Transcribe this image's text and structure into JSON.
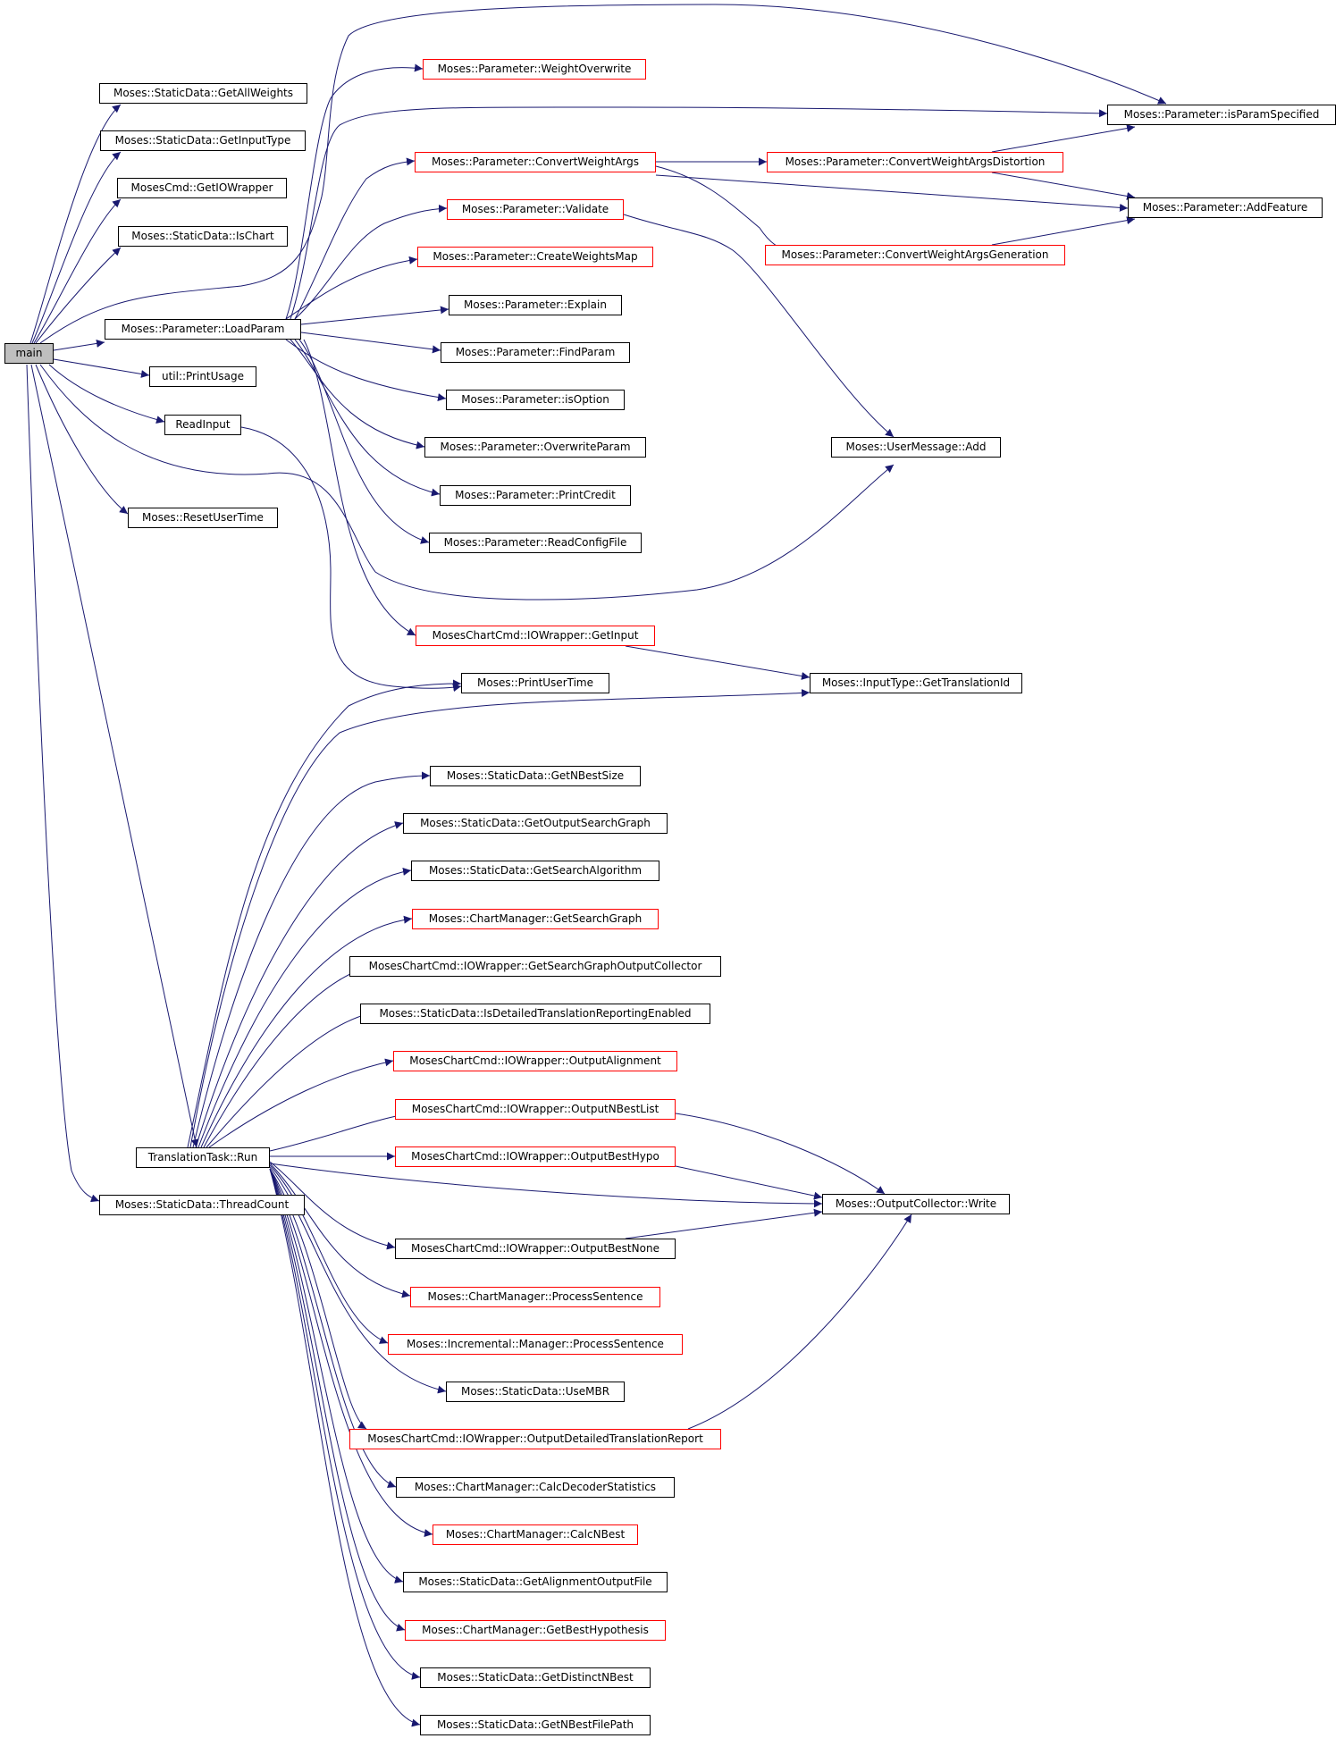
{
  "colors": {
    "edge": "#191970",
    "node_border": "#000000",
    "truncated_node_border": "#ff0000",
    "root_fill": "#bfbfbf"
  },
  "nodes": {
    "main": "main",
    "getAllWeights": "Moses::StaticData::GetAllWeights",
    "getInputType": "Moses::StaticData::GetInputType",
    "getIOWrapper": "MosesCmd::GetIOWrapper",
    "isChart": "Moses::StaticData::IsChart",
    "loadParam": "Moses::Parameter::LoadParam",
    "printUsage": "util::PrintUsage",
    "readInput": "ReadInput",
    "resetUserTime": "Moses::ResetUserTime",
    "translationRun": "TranslationTask::Run",
    "threadCount": "Moses::StaticData::ThreadCount",
    "weightOverwrite": "Moses::Parameter::WeightOverwrite",
    "convertWeightArgs": "Moses::Parameter::ConvertWeightArgs",
    "validate": "Moses::Parameter::Validate",
    "createWeightsMap": "Moses::Parameter::CreateWeightsMap",
    "explain": "Moses::Parameter::Explain",
    "findParam": "Moses::Parameter::FindParam",
    "isOption": "Moses::Parameter::isOption",
    "overwriteParam": "Moses::Parameter::OverwriteParam",
    "printCredit": "Moses::Parameter::PrintCredit",
    "readConfigFile": "Moses::Parameter::ReadConfigFile",
    "getInput": "MosesChartCmd::IOWrapper::GetInput",
    "printUserTime": "Moses::PrintUserTime",
    "getNBestSize": "Moses::StaticData::GetNBestSize",
    "getOutputSearchGraph": "Moses::StaticData::GetOutputSearchGraph",
    "getSearchAlgorithm": "Moses::StaticData::GetSearchAlgorithm",
    "getSearchGraph": "Moses::ChartManager::GetSearchGraph",
    "getSearchGraphOutputCollector": "MosesChartCmd::IOWrapper::GetSearchGraphOutputCollector",
    "isDetailedTranslationReportingEnabled": "Moses::StaticData::IsDetailedTranslationReportingEnabled",
    "outputAlignment": "MosesChartCmd::IOWrapper::OutputAlignment",
    "outputNBestList": "MosesChartCmd::IOWrapper::OutputNBestList",
    "outputBestHypo": "MosesChartCmd::IOWrapper::OutputBestHypo",
    "outputBestNone": "MosesChartCmd::IOWrapper::OutputBestNone",
    "processSentence": "Moses::ChartManager::ProcessSentence",
    "incProcessSentence": "Moses::Incremental::Manager::ProcessSentence",
    "useMBR": "Moses::StaticData::UseMBR",
    "outputDetailedTranslationReport": "MosesChartCmd::IOWrapper::OutputDetailedTranslationReport",
    "calcDecoderStatistics": "Moses::ChartManager::CalcDecoderStatistics",
    "calcNBest": "Moses::ChartManager::CalcNBest",
    "getAlignmentOutputFile": "Moses::StaticData::GetAlignmentOutputFile",
    "getBestHypothesis": "Moses::ChartManager::GetBestHypothesis",
    "getDistinctNBest": "Moses::StaticData::GetDistinctNBest",
    "getNBestFilePath": "Moses::StaticData::GetNBestFilePath",
    "isParamSpecified": "Moses::Parameter::isParamSpecified",
    "convertWeightArgsDistortion": "Moses::Parameter::ConvertWeightArgsDistortion",
    "addFeature": "Moses::Parameter::AddFeature",
    "convertWeightArgsGeneration": "Moses::Parameter::ConvertWeightArgsGeneration",
    "userMessageAdd": "Moses::UserMessage::Add",
    "getTranslationId": "Moses::InputType::GetTranslationId",
    "outputCollectorWrite": "Moses::OutputCollector::Write"
  }
}
